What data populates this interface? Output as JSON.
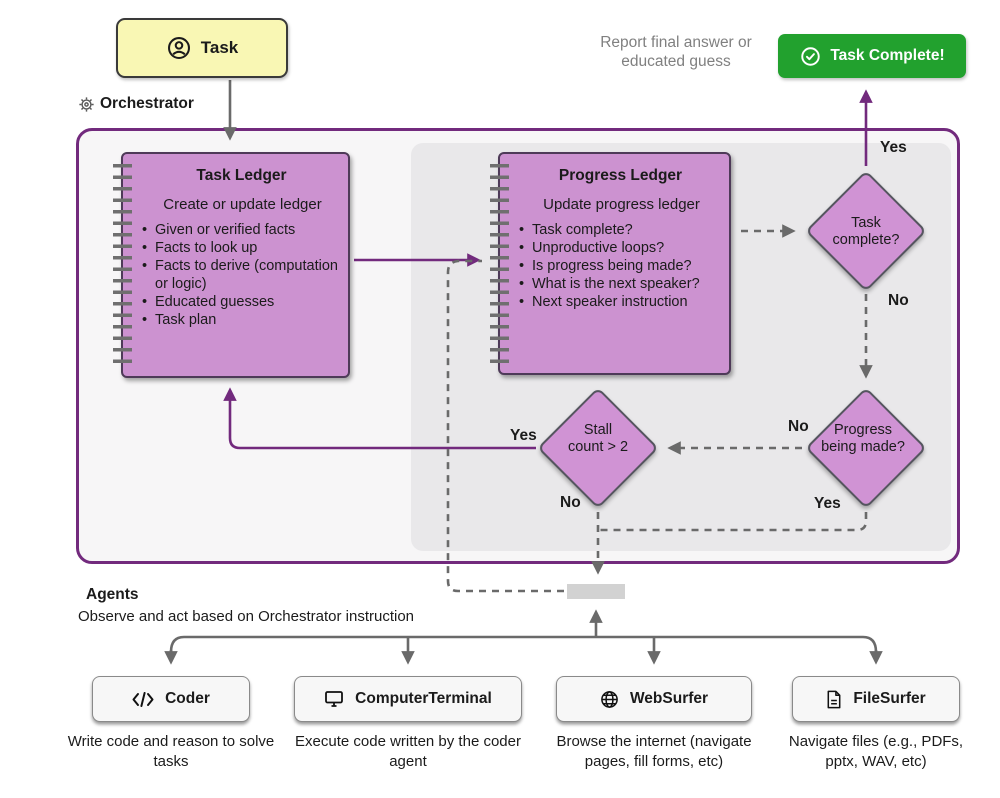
{
  "header": {
    "task_label": "Task",
    "orchestrator_label": "Orchestrator",
    "report_note_line1": "Report final answer or",
    "report_note_line2": "educated guess",
    "complete_button": "Task Complete!"
  },
  "task_ledger": {
    "title": "Task Ledger",
    "subtitle": "Create or update ledger",
    "bullets": [
      "Given or verified facts",
      "Facts to look up",
      "Facts to derive (computation or logic)",
      "Educated guesses",
      "Task plan"
    ]
  },
  "progress_ledger": {
    "title": "Progress Ledger",
    "subtitle": "Update progress ledger",
    "bullets": [
      "Task complete?",
      "Unproductive loops?",
      "Is progress being made?",
      "What is the next speaker?",
      "Next speaker instruction"
    ]
  },
  "decisions": {
    "task_complete": "Task complete?",
    "progress_made": "Progress being made?",
    "stall_count": "Stall count > 2"
  },
  "labels": {
    "yes": "Yes",
    "no": "No"
  },
  "agents": {
    "heading": "Agents",
    "subheading": "Observe and act based on Orchestrator instruction",
    "items": [
      {
        "name": "Coder",
        "icon": "code-icon",
        "caption": "Write code and reason to solve tasks"
      },
      {
        "name": "ComputerTerminal",
        "icon": "terminal-icon",
        "caption": "Execute code written by the coder agent"
      },
      {
        "name": "WebSurfer",
        "icon": "globe-icon",
        "caption": "Browse the internet (navigate pages, fill forms, etc)"
      },
      {
        "name": "FileSurfer",
        "icon": "file-icon",
        "caption": "Navigate files (e.g., PDFs, pptx, WAV, etc)"
      }
    ]
  },
  "colors": {
    "orchestrator_border": "#722a7d",
    "ledger_fill": "#cc92d0",
    "diamond_fill": "#d093d4",
    "task_fill": "#f9f7b4",
    "complete_green": "#22a12e",
    "wire_gray": "#6a6a6a",
    "panel_bg": "#f7f6f7",
    "inner_panel_bg": "#e9e8ea"
  }
}
